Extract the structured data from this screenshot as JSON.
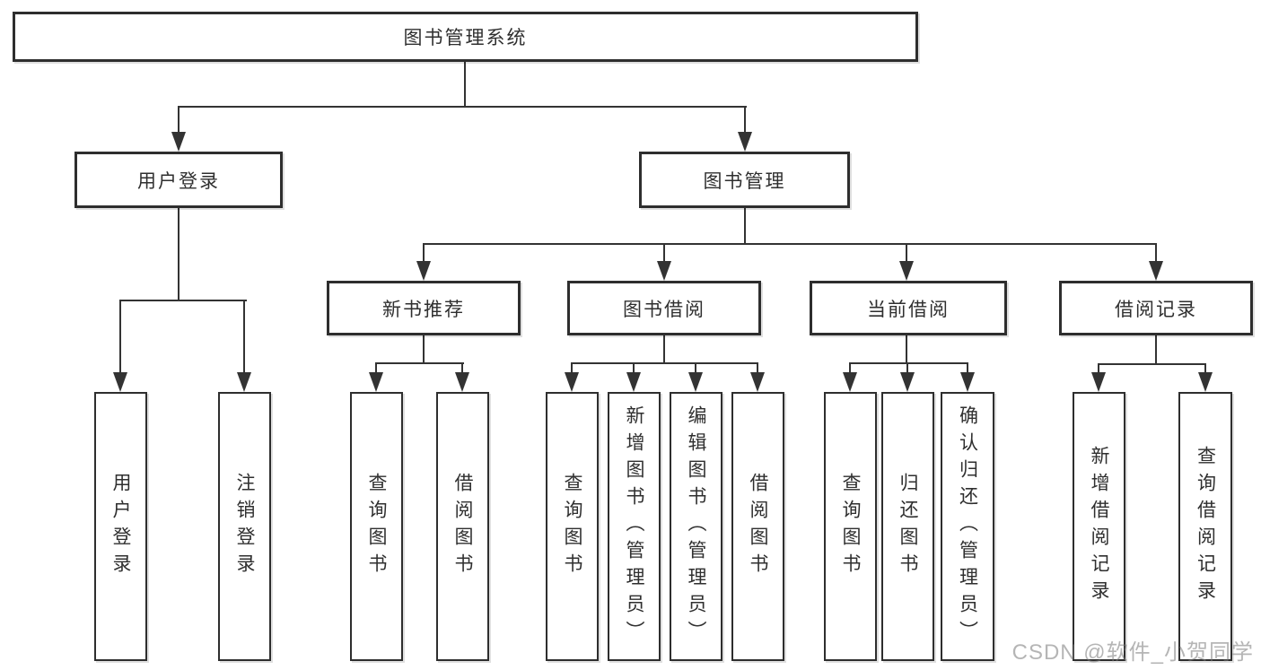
{
  "tree": {
    "label": "图书管理系统",
    "children": [
      {
        "label": "用户登录",
        "children": [
          {
            "label": "用户登录"
          },
          {
            "label": "注销登录"
          }
        ]
      },
      {
        "label": "图书管理",
        "children": [
          {
            "label": "新书推荐",
            "children": [
              {
                "label": "查询图书"
              },
              {
                "label": "借阅图书"
              }
            ]
          },
          {
            "label": "图书借阅",
            "children": [
              {
                "label": "查询图书"
              },
              {
                "label": "新增图书（管理员）"
              },
              {
                "label": "编辑图书（管理员）"
              },
              {
                "label": "借阅图书"
              }
            ]
          },
          {
            "label": "当前借阅",
            "children": [
              {
                "label": "查询图书"
              },
              {
                "label": "归还图书"
              },
              {
                "label": "确认归还（管理员）"
              }
            ]
          },
          {
            "label": "借阅记录",
            "children": [
              {
                "label": "新增借阅记录"
              },
              {
                "label": "查询借阅记录"
              }
            ]
          }
        ]
      }
    ]
  },
  "watermark": {
    "text": "CSDN @软件_小贺同学"
  },
  "colors": {
    "line": "#333333",
    "box_border": "#2e2e2e",
    "text": "#2f2f2f",
    "watermark": "#a8a8a8",
    "background": "#ffffff"
  }
}
